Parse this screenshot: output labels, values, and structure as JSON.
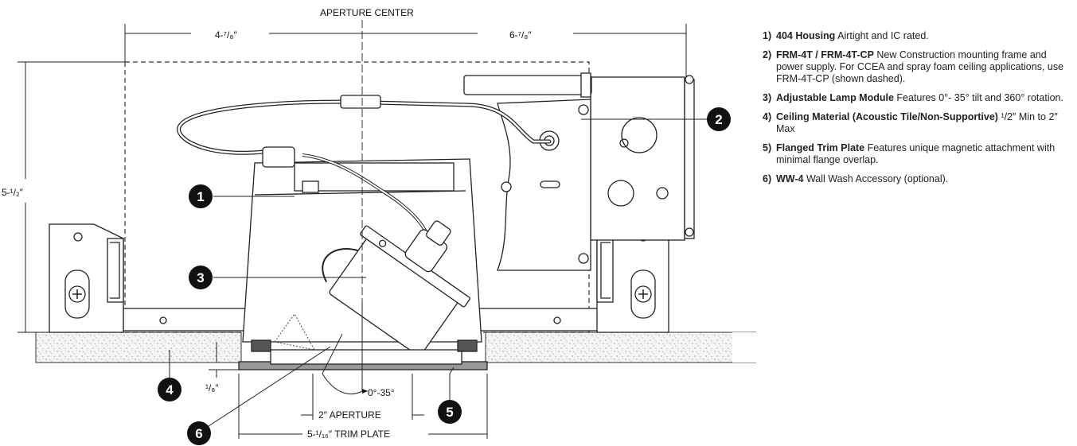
{
  "dimensions": {
    "aperture_center": "APERTURE CENTER",
    "left_width": "4-⁷/₈″",
    "right_width": "6-⁷/₈″",
    "height": "5-¹/₂″",
    "ceiling_gap": "¹/₈″",
    "tilt": "0°-35°",
    "aperture": "2″ APERTURE",
    "trim_plate": "5-¹/₁₆″ TRIM PLATE"
  },
  "callouts": [
    "1",
    "2",
    "3",
    "4",
    "5",
    "6"
  ],
  "legend": [
    {
      "num": "1)",
      "name": "404 Housing",
      "desc": " Airtight and IC rated."
    },
    {
      "num": "2)",
      "name": "FRM-4T / FRM-4T-CP",
      "desc": " New Construction mounting frame and power supply. For CCEA and spray foam ceiling applications, use FRM-4T-CP (shown dashed)."
    },
    {
      "num": "3)",
      "name": "Adjustable Lamp Module",
      "desc": " Features 0°- 35° tilt and 360° rotation."
    },
    {
      "num": "4)",
      "name": "Ceiling Material (Acoustic Tile/Non-Supportive)",
      "desc": " ¹/2″ Min to 2″ Max"
    },
    {
      "num": "5)",
      "name": "Flanged Trim Plate",
      "desc": " Features unique magnetic attachment with minimal flange overlap."
    },
    {
      "num": "6)",
      "name": "WW-4",
      "desc": " Wall Wash Accessory (optional)."
    }
  ]
}
